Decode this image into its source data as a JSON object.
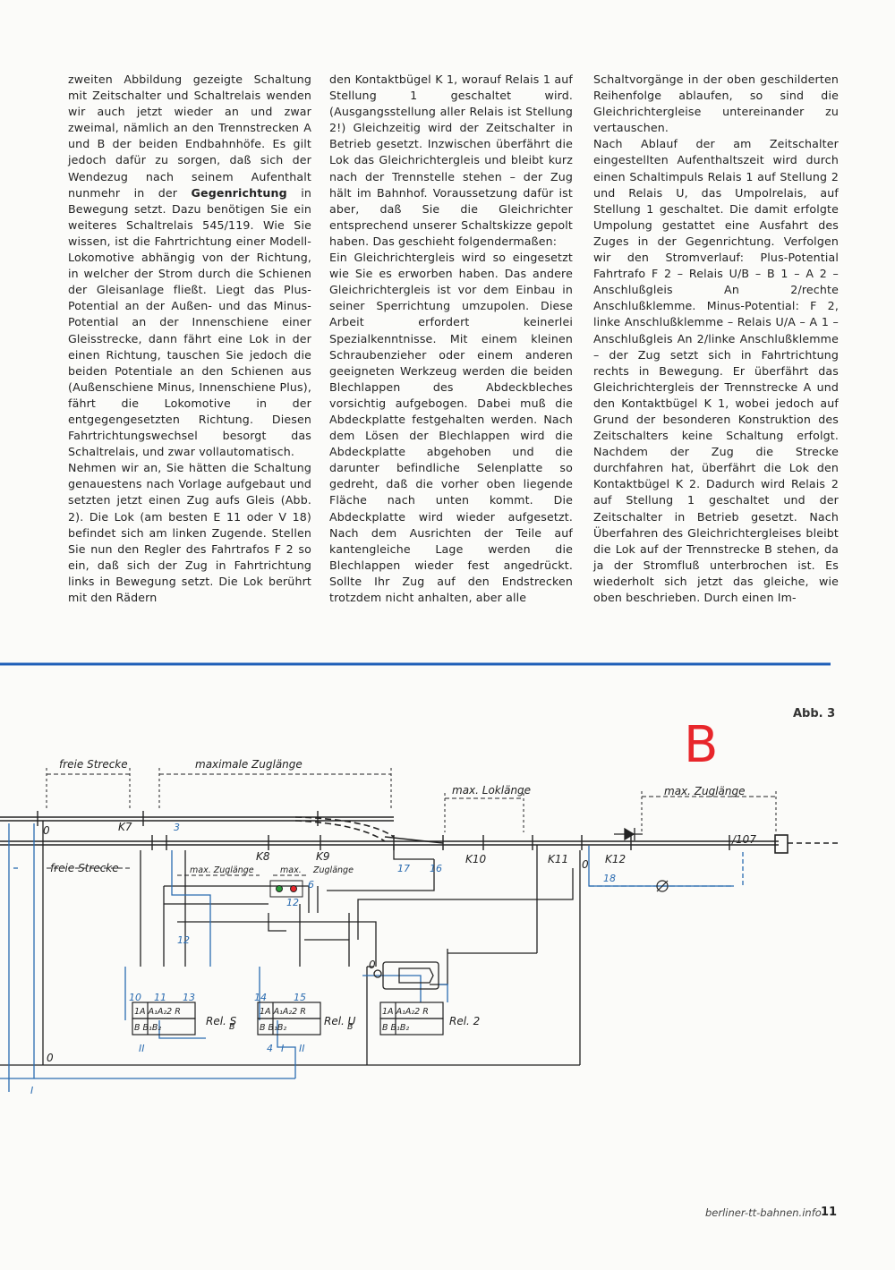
{
  "col1": {
    "p1_a": "zweiten Abbildung gezeigte Schaltung mit Zeitschalter und Schaltrelais wenden wir auch jetzt wieder an und zwar zweimal, nämlich an den Trennstrecken A und B der beiden Endbahnhöfe. Es gilt jedoch dafür zu sorgen, daß sich der Wendezug nach seinem Aufenthalt nunmehr in der",
    "p1_bold": "Gegenrichtung",
    "p1_b": "in Bewegung setzt. Dazu benötigen Sie ein weiteres Schaltrelais 545/119. Wie Sie wissen, ist die Fahrtrichtung einer Modell-Lokomotive abhängig von der Richtung, in welcher der Strom durch die Schienen der Gleisanlage fließt. Liegt das Plus-Potential an der Außen- und das Minus-Potential an der Innenschiene einer Gleisstrecke, dann fährt eine Lok in der einen Richtung, tauschen Sie jedoch die beiden Potentiale an den Schienen aus (Außenschiene Minus, Innenschiene Plus), fährt die Lokomotive in der entgegengesetzten Richtung. Diesen Fahrtrichtungswechsel besorgt das Schaltrelais, und zwar vollautomatisch.",
    "p2": "Nehmen wir an, Sie hätten die Schaltung genauestens nach Vorlage aufgebaut und setzten jetzt einen Zug aufs Gleis (Abb. 2). Die Lok (am besten E 11 oder V 18) befindet sich am linken Zugende. Stellen Sie nun den Regler des Fahrtrafos F 2 so ein, daß sich der Zug in Fahrtrichtung links in Bewegung setzt. Die Lok berührt mit den Rädern"
  },
  "col2": {
    "p1": "den Kontaktbügel K 1, worauf Relais 1 auf Stellung 1 geschaltet wird. (Ausgangsstellung aller Relais ist Stellung 2!) Gleichzeitig wird der Zeitschalter in Betrieb gesetzt. Inzwischen überfährt die Lok das Gleichrichtergleis und bleibt kurz nach der Trennstelle stehen – der Zug hält im Bahnhof. Voraussetzung dafür ist aber, daß Sie die Gleichrichter entsprechend unserer Schaltskizze gepolt haben. Das geschieht folgendermaßen:",
    "p2": "Ein Gleichrichtergleis wird so eingesetzt wie Sie es erworben haben. Das andere Gleichrichtergleis ist vor dem Einbau in seiner Sperrichtung umzupolen. Diese Arbeit erfordert keinerlei Spezialkenntnisse. Mit einem kleinen Schraubenzieher oder einem anderen geeigneten Werkzeug werden die beiden Blechlappen des Abdeckbleches vorsichtig aufgebogen. Dabei muß die Abdeckplatte festgehalten werden. Nach dem Lösen der Blechlappen wird die Abdeckplatte abgehoben und die darunter befindliche Selenplatte so gedreht, daß die vorher oben liegende Fläche nach unten kommt. Die Abdeckplatte wird wieder aufgesetzt. Nach dem Ausrichten der Teile auf kantengleiche Lage werden die Blechlappen wieder fest angedrückt. Sollte Ihr Zug auf den Endstrecken trotzdem nicht anhalten, aber alle"
  },
  "col3": {
    "p1": "Schaltvorgänge in der oben geschilderten Reihenfolge ablaufen, so sind die Gleichrichtergleise untereinander zu vertauschen.",
    "p2": "Nach Ablauf der am Zeitschalter eingestellten Aufenthaltszeit wird durch einen Schaltimpuls Relais 1 auf Stellung 2 und Relais U, das Umpolrelais, auf Stellung 1 geschaltet. Die damit erfolgte Umpolung gestattet eine Ausfahrt des Zuges in der Gegenrichtung. Verfolgen wir den Stromverlauf: Plus-Potential Fahrtrafo F 2 – Relais U/B – B 1 – A 2 – Anschlußgleis An 2/rechte Anschlußklemme. Minus-Potential: F 2, linke Anschlußklemme – Relais U/A – A 1 – Anschlußgleis An 2/linke Anschlußklemme – der Zug setzt sich in Fahrtrichtung rechts in Bewegung. Er überfährt das Gleichrichtergleis der Trennstrecke A und den Kontaktbügel K 1, wobei jedoch auf Grund der besonderen Konstruktion des Zeitschalters keine Schaltung erfolgt. Nachdem der Zug die Strecke durchfahren hat, überfährt die Lok den Kontaktbügel K 2. Dadurch wird Relais 2 auf Stellung 1 geschaltet und der Zeitschalter in Betrieb gesetzt. Nach Überfahren des Gleichrichtergleises bleibt die Lok auf der Trennstrecke B stehen, da ja der Stromfluß unterbrochen ist. Es wiederholt sich jetzt das gleiche, wie oben beschrieben. Durch einen Im-"
  },
  "figure": {
    "caption": "Abb. 3",
    "station": "B",
    "labels": {
      "freie_strecke_top": "freie Strecke",
      "maximale_zuglaenge": "maximale Zuglänge",
      "max_loklaenge": "max. Loklänge",
      "max_zuglaenge_right": "max. Zuglänge",
      "freie_strecke_bottom": "freie Strecke",
      "max_zuglaenge_mid": "max. Zuglänge",
      "max_mid": "max.",
      "zuglaenge_mid": "Zuglänge",
      "k7": "K7",
      "k8": "K8",
      "k9": "K9",
      "k10": "K10",
      "k11": "K11",
      "k12": "K12",
      "n107": "/107",
      "rel_sb": "Rel. S",
      "rel_sb_sub": "B",
      "rel_ub": "Rel. U",
      "rel_ub_sub": "B",
      "rel_2": "Rel. 2",
      "zero": "0",
      "roman_one": "I",
      "roman_two": "II",
      "relay_top": "1A  A₁A₂2 R",
      "relay_bottom": "B   B₁B₂"
    },
    "wire_numbers": [
      "10",
      "11",
      "12",
      "13",
      "14",
      "15",
      "16",
      "17",
      "18",
      "3",
      "4",
      "6",
      "12"
    ]
  },
  "footer": {
    "site": "berliner-tt-bahnen.info",
    "page": "11"
  },
  "colors": {
    "wire_blue": "#2a6bb0",
    "accent_red": "#e8262b",
    "rule_blue": "#1f5fb8"
  }
}
